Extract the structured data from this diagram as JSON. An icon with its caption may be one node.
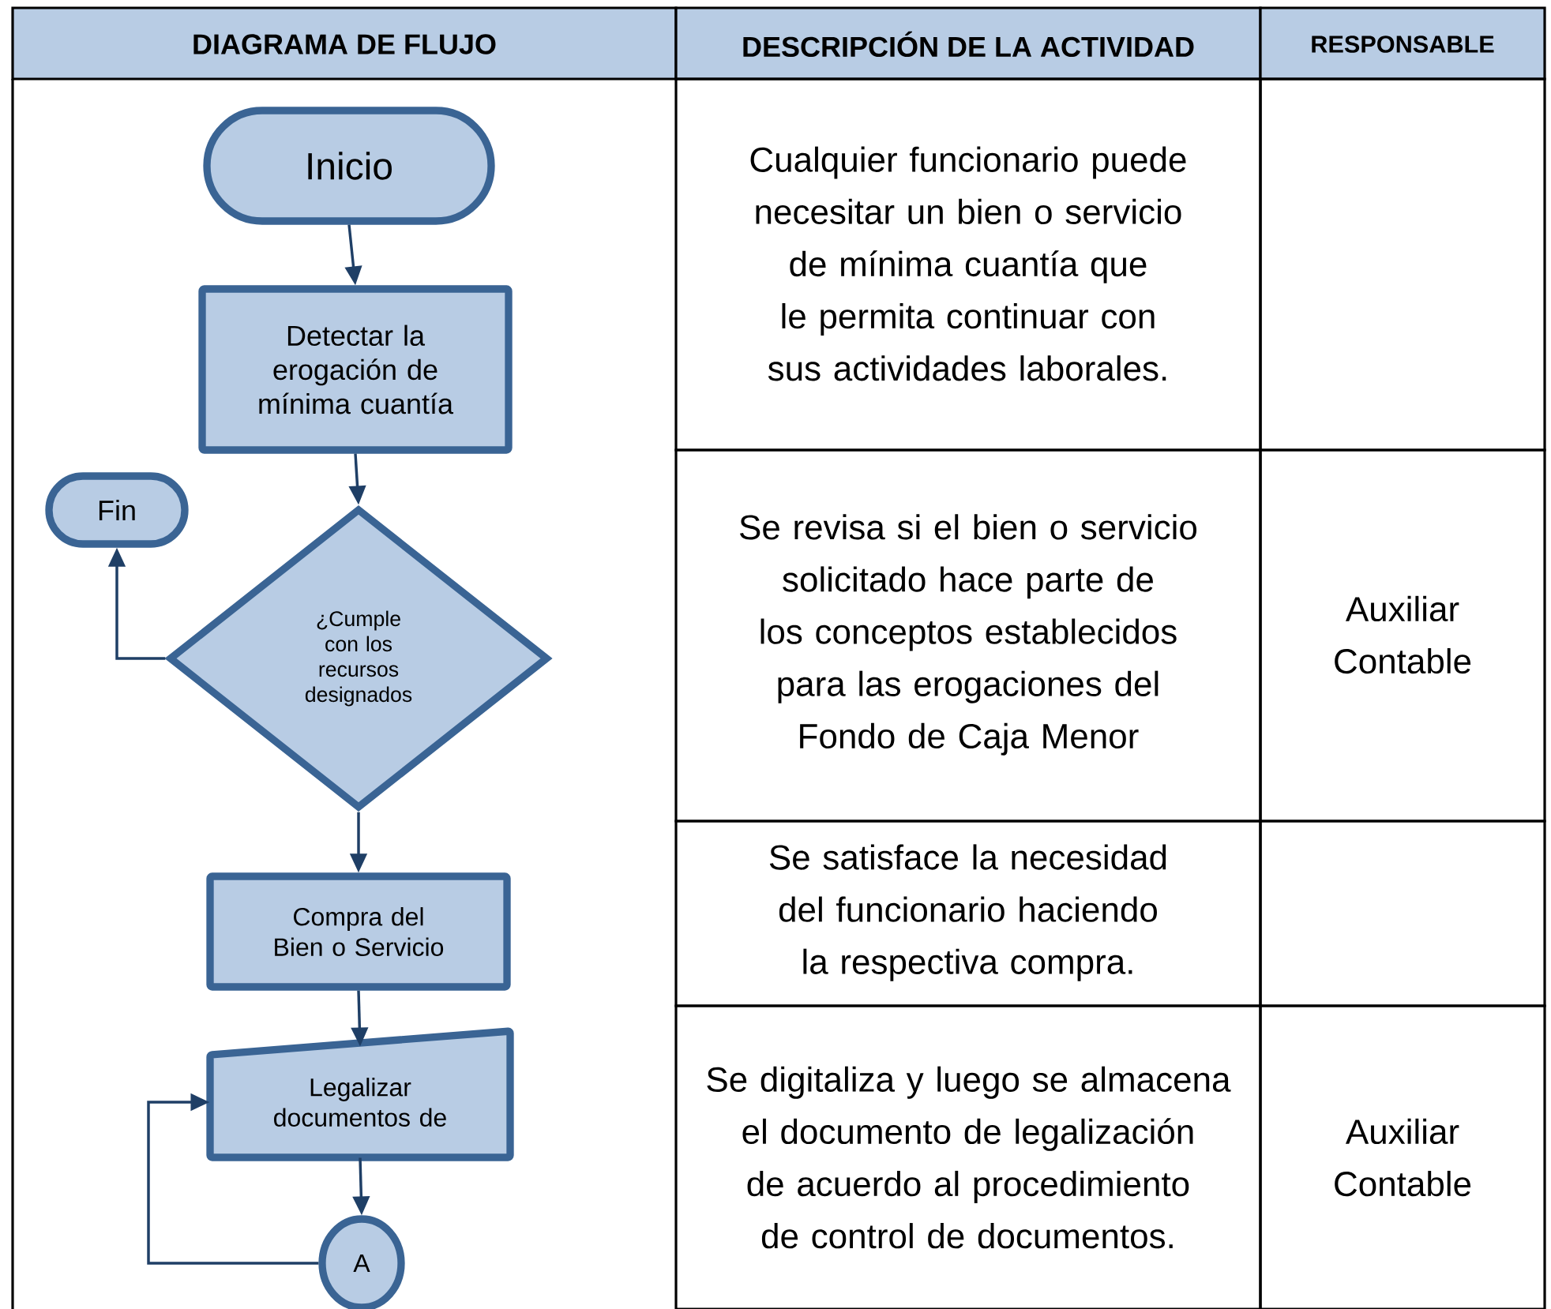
{
  "diagram": {
    "nodes": [
      {
        "text": [
          "Inicio"
        ]
      },
      {
        "text": [
          "Detectar la erogación de mínima cuantía"
        ]
      },
      {
        "text": [
          "Fin"
        ]
      },
      {
        "text": [
          "¿Cumple con los recursos designados"
        ]
      },
      {
        "text": [
          "Compra del Bien o Servicio"
        ]
      },
      {
        "text": [
          "Legalizar documentos de"
        ]
      },
      {
        "text": [
          "A"
        ]
      }
    ],
    "edges": [
      {
        "from": 0,
        "to": 1,
        "arrow": "to"
      },
      {
        "from": 1,
        "to": 3,
        "arrow": "to"
      },
      {
        "from": 3,
        "to": 2,
        "arrow": "to"
      },
      {
        "from": 3,
        "to": 4,
        "arrow": "to"
      },
      {
        "from": 4,
        "to": 5,
        "arrow": "to"
      },
      {
        "from": 5,
        "to": 6,
        "arrow": "to"
      },
      {
        "from": 6,
        "to": 5,
        "arrow": "to"
      }
    ],
    "labels": [
      "DIAGRAMA DE FLUJO",
      "DESCRIPCIÓN DE LA ACTIVIDAD",
      "RESPONSABLE",
      "Cualquier funcionario puede necesitar un bien o servicio de mínima cuantía que le permita continuar con sus actividades laborales.",
      "Se revisa si el bien o servicio solicitado hace parte de los conceptos establecidos para las erogaciones del Fondo de Caja Menor",
      "Auxiliar Contable",
      "Se satisface la necesidad del funcionario haciendo la respectiva compra.",
      "Se digitaliza y luego se almacena el documento de legalización de acuerdo al procedimiento de control de documentos.",
      "Auxiliar Contable"
    ]
  }
}
